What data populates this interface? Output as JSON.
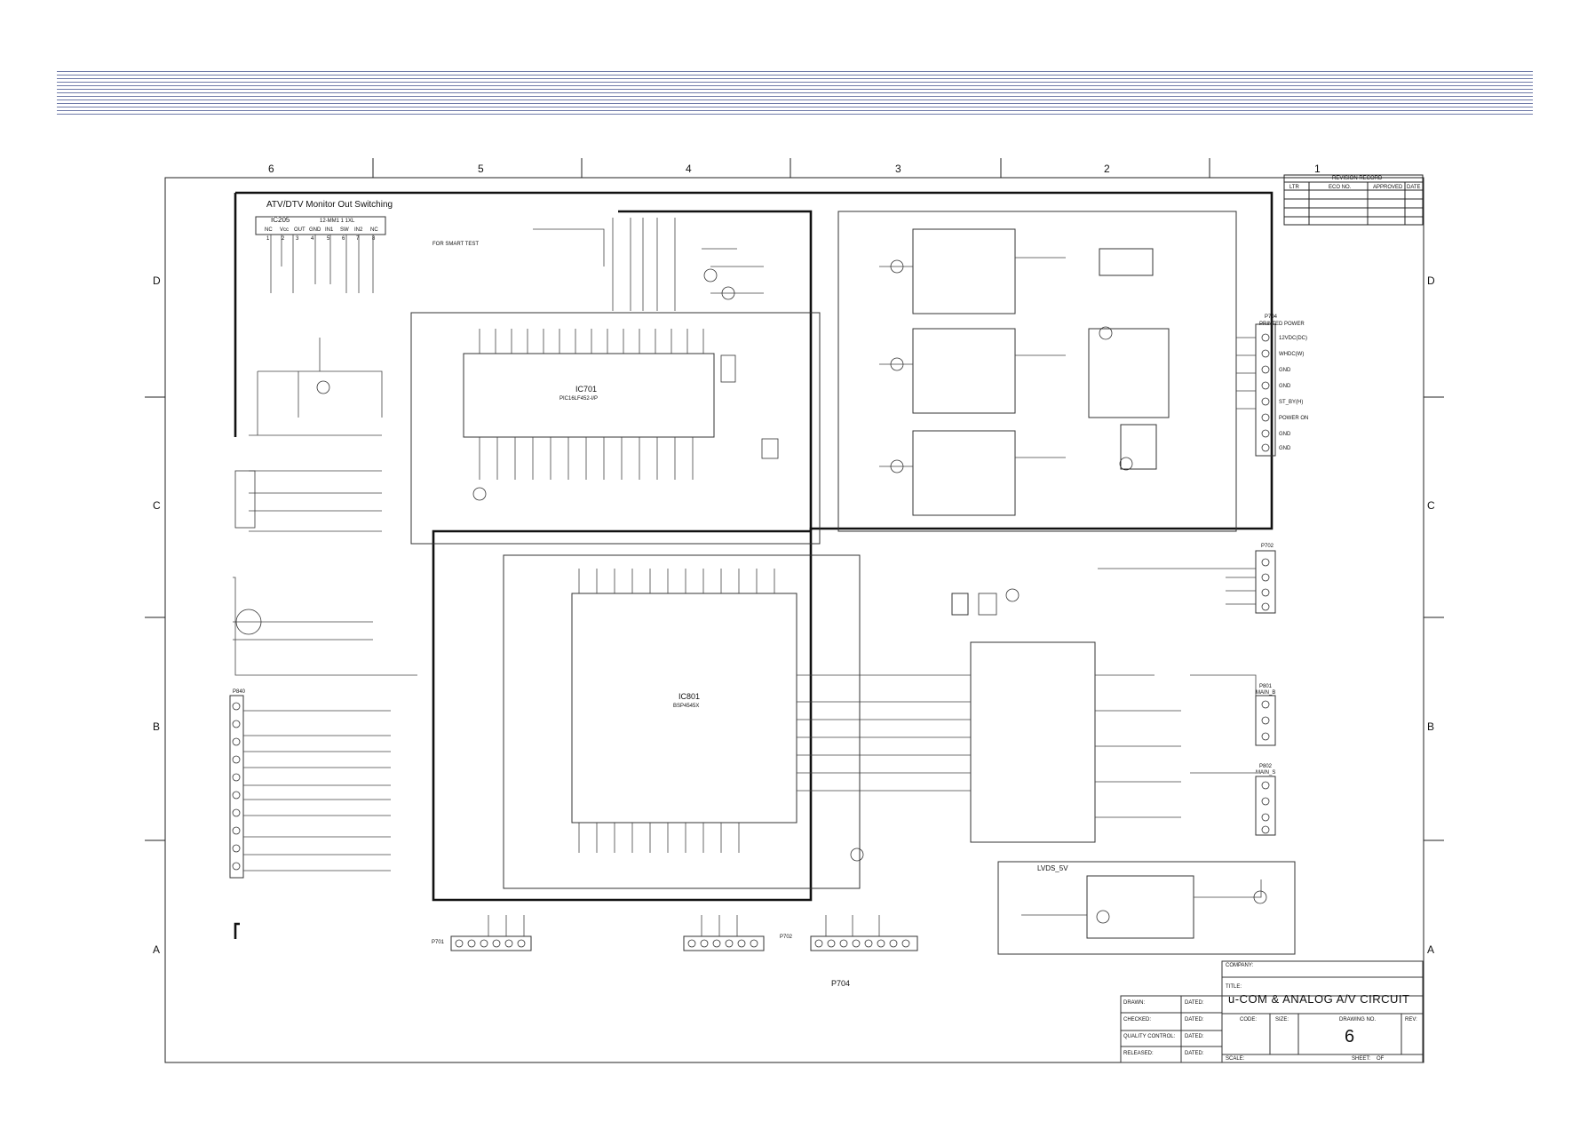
{
  "header_rule_color": "#6f7aa8",
  "frame": {
    "zones_x": [
      "6",
      "5",
      "4",
      "3",
      "2",
      "1"
    ],
    "zones_y": [
      "D",
      "C",
      "B",
      "A"
    ]
  },
  "atv_block": {
    "title": "ATV/DTV Monitor Out Switching",
    "ic_ref": "IC205",
    "ic_part": "12-MM1 1 1XL",
    "pins": [
      "NC",
      "Vcc",
      "OUT",
      "GND",
      "IN1",
      "SW",
      "IN2",
      "NC"
    ],
    "pin_numbers": [
      "1",
      "2",
      "3",
      "4",
      "5",
      "6",
      "7",
      "8"
    ]
  },
  "mcu_block": {
    "ic_ref": "IC701",
    "ic_part": "PIC16LF452-I/P",
    "note": "FOR SMART TEST"
  },
  "decoder_block": {
    "ic_ref": "IC801",
    "ic_part": "BSP4545X"
  },
  "power_block": {
    "connector": "P704",
    "connector_title": "PRINTED POWER",
    "pins": [
      "12VDC(DC)",
      "WHDC(W)",
      "GND",
      "GND",
      "ST_BY(H)",
      "POWER ON",
      "GND",
      "GND"
    ]
  },
  "revision_record": {
    "title": "REVISION RECORD",
    "cols": [
      "LTR",
      "ECO NO.",
      "APPROVED",
      "DATE"
    ]
  },
  "connectors": {
    "p701": "P701",
    "p702": "P702",
    "p704": "P704",
    "p801": "P801",
    "p802": "P802",
    "p840": "P840",
    "main_b": "MAIN_B",
    "main_s": "MAIN_S"
  },
  "lvds_block": {
    "title": "LVDS_5V"
  },
  "title_block": {
    "company_label": "COMPANY:",
    "title_label": "TITLE:",
    "title": "u-COM & ANALOG A/V CIRCUIT",
    "drawn": "DRAWN:",
    "checked": "CHECKED:",
    "quality": "QUALITY CONTROL:",
    "released": "RELEASED:",
    "dated": "DATED:",
    "code": "CODE:",
    "size": "SIZE:",
    "drawing_no_label": "DRAWING NO.",
    "drawing_no": "6",
    "rev": "REV:",
    "scale": "SCALE:",
    "sheet": "SHEET:",
    "of": "OF"
  }
}
